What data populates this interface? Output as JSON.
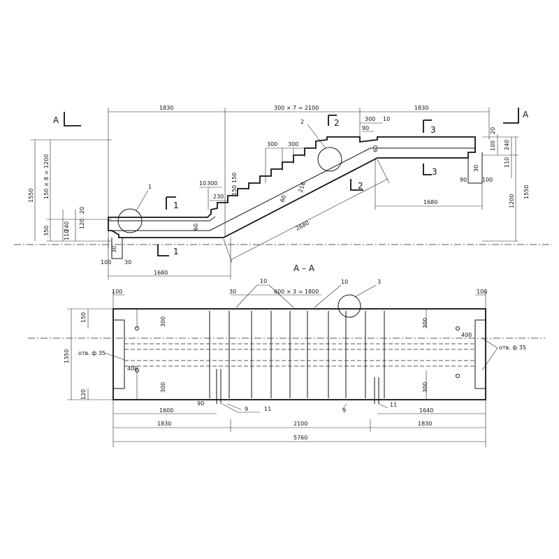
{
  "elevation": {
    "dims_top": [
      "1830",
      "300 × 7 = 2100",
      "1830"
    ],
    "dims_left": [
      "1550",
      "150 × 8 = 1200",
      "350",
      "240",
      "110",
      "20",
      "120"
    ],
    "dims_right": [
      "1550",
      "1200",
      "240",
      "110",
      "20",
      "100"
    ],
    "dims_bottom_left": [
      "1680",
      "100",
      "30",
      "30"
    ],
    "dims_bottom_right": "1680",
    "dims_inner": [
      "300",
      "300",
      "300",
      "10",
      "90",
      "300",
      "10",
      "230",
      "150",
      "150",
      "60",
      "60",
      "60",
      "216",
      "60",
      "2680",
      "90",
      "100",
      "30"
    ],
    "section_a_left": "А",
    "section_a_right": "А",
    "cuts": [
      "1",
      "1",
      "2",
      "2",
      "3",
      "3"
    ],
    "callouts": [
      "1",
      "2"
    ]
  },
  "section": {
    "title": "А – А",
    "dims_top": [
      "100",
      "600 × 3 = 1800",
      "100",
      "30"
    ],
    "dims_left": [
      "1350",
      "150",
      "120"
    ],
    "dims_inner": [
      "300",
      "300",
      "400",
      "300",
      "400",
      "300",
      "90"
    ],
    "hole_left": "отв. ф 35",
    "hole_right": "отв. ф 35",
    "dims_bottom_1": [
      "1600",
      "1640"
    ],
    "dims_bottom_2": [
      "1830",
      "2100",
      "1830"
    ],
    "dims_total": "5760",
    "callouts": [
      "10",
      "10",
      "3",
      "9",
      "11",
      "9",
      "11"
    ]
  }
}
